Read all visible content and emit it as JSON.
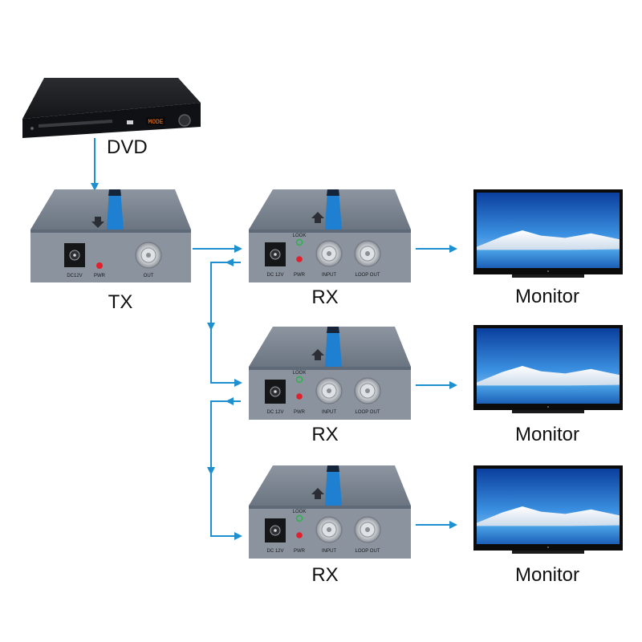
{
  "source": {
    "label": "DVD",
    "display": "MODE"
  },
  "transmitter": {
    "label": "TX",
    "ports": {
      "power": "DC12V",
      "led": "PWR",
      "out": "OUT"
    }
  },
  "receivers": [
    {
      "label": "RX",
      "ports": {
        "power": "DC 12V",
        "lock": "LOOK",
        "led": "PWR",
        "input": "INPUT",
        "loop": "LOOP OUT"
      }
    },
    {
      "label": "RX",
      "ports": {
        "power": "DC 12V",
        "lock": "LOOK",
        "led": "PWR",
        "input": "INPUT",
        "loop": "LOOP OUT"
      }
    },
    {
      "label": "RX",
      "ports": {
        "power": "DC 12V",
        "lock": "LOOK",
        "led": "PWR",
        "input": "INPUT",
        "loop": "LOOP OUT"
      }
    }
  ],
  "monitors": [
    {
      "label": "Monitor"
    },
    {
      "label": "Monitor"
    },
    {
      "label": "Monitor"
    }
  ],
  "colors": {
    "connector": "#1e8fcf",
    "device_body": "#5f6a78",
    "device_top": "#7b8591",
    "front_panel": "#8a939e",
    "stripe": "#1f7fd0",
    "led_red": "#e0202a",
    "led_green": "#2bb34a",
    "dvd_body": "#1c1d20"
  }
}
